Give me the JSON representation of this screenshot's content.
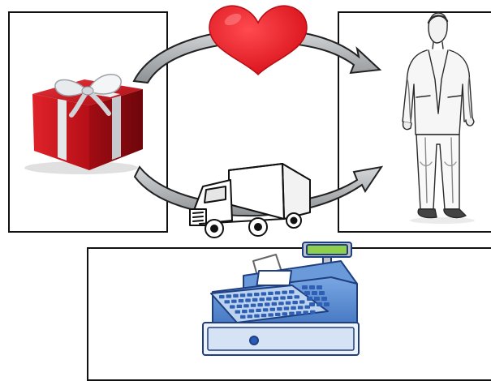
{
  "diagram": {
    "panels": [
      {
        "id": "gift",
        "icon": "gift-box-icon"
      },
      {
        "id": "person",
        "icon": "businessman-sketch-icon"
      },
      {
        "id": "register",
        "icon": "cash-register-icon"
      }
    ],
    "connectors": [
      {
        "from": "gift",
        "to": "person",
        "style": "curved-arrow",
        "icon": "heart-icon"
      },
      {
        "from": "gift",
        "to": "person",
        "style": "curved-arrow",
        "icon": "delivery-truck-icon"
      }
    ],
    "colors": {
      "gift_red": "#c2101a",
      "ribbon": "#d9dde3",
      "heart": "#ee1c24",
      "arrow_gray": "#a6aaad",
      "register_blue": "#5b8fd4",
      "register_dark": "#1f3f80",
      "display_green": "#8fcf4e"
    }
  }
}
